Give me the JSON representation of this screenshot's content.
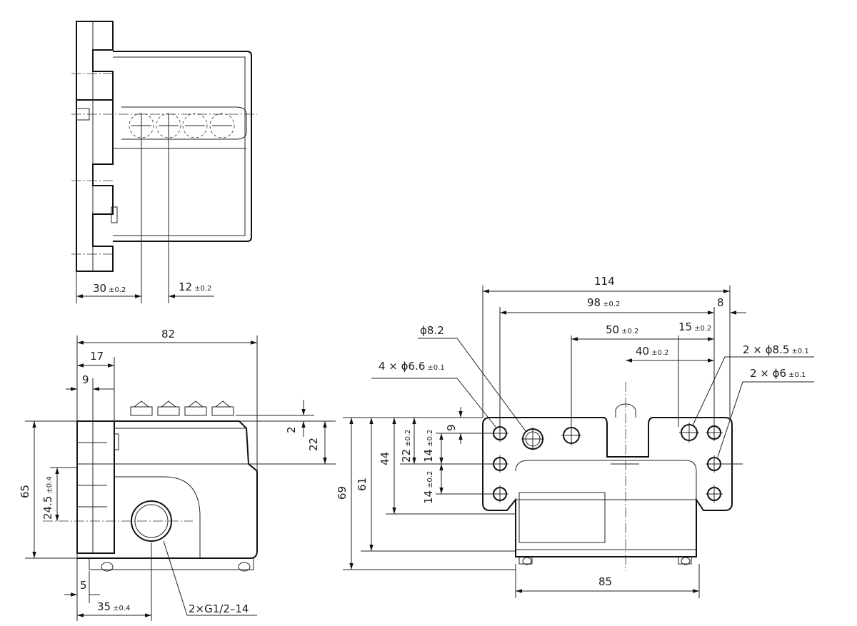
{
  "drawing": {
    "top_view": {
      "dim_30": {
        "value": "30",
        "tol": "±0.2"
      },
      "dim_12": {
        "value": "12",
        "tol": "±0.2"
      }
    },
    "side_view": {
      "dim_82": "82",
      "dim_17": "17",
      "dim_9": "9",
      "dim_2": "2",
      "dim_22": "22",
      "dim_65": "65",
      "dim_24_5": {
        "value": "24.5",
        "tol": "±0.4"
      },
      "dim_5": "5",
      "dim_35": {
        "value": "35",
        "tol": "±0.4"
      },
      "thread_label": "2×G1/2–14"
    },
    "front_view": {
      "dim_114": "114",
      "dim_98": {
        "value": "98",
        "tol": "±0.2"
      },
      "dim_8": "8",
      "dim_50": {
        "value": "50",
        "tol": "±0.2"
      },
      "dim_15": {
        "value": "15",
        "tol": "±0.2"
      },
      "dim_40": {
        "value": "40",
        "tol": "±0.2"
      },
      "hole_8_2": "ϕ8.2",
      "holes_6_6": {
        "value": "4 × ϕ6.6",
        "tol": "±0.1"
      },
      "holes_8_5": {
        "value": "2 × ϕ8.5",
        "tol": "±0.1"
      },
      "holes_6": {
        "value": "2 × ϕ6",
        "tol": "±0.1"
      },
      "dim_69": "69",
      "dim_61": "61",
      "dim_44": "44",
      "dim_22": {
        "value": "22",
        "tol": "±0.2"
      },
      "dim_9": "9",
      "dim_14a": {
        "value": "14",
        "tol": "±0.2"
      },
      "dim_14b": {
        "value": "14",
        "tol": "±0.2"
      },
      "dim_85": "85"
    }
  }
}
